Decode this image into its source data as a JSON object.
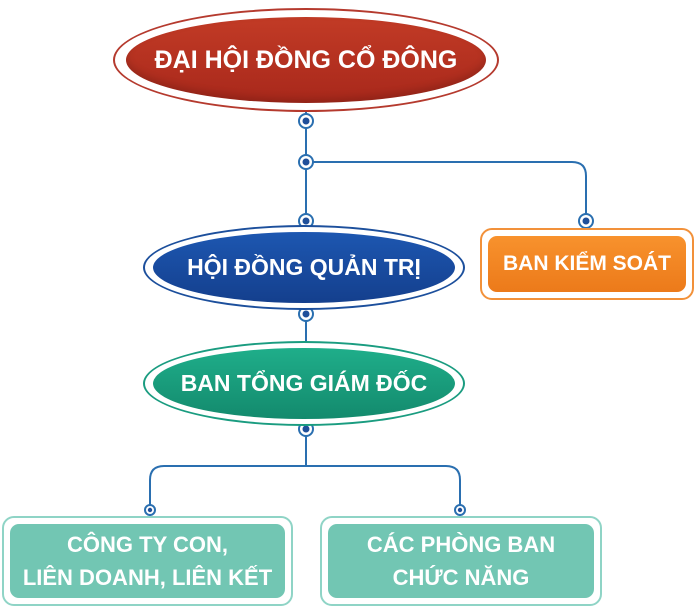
{
  "nodes": {
    "dai_hoi_dong_co_dong": "ĐẠI HỘI ĐỒNG CỔ ĐÔNG",
    "hoi_dong_quan_tri": "HỘI ĐỒNG QUẢN TRỊ",
    "ban_kiem_soat": "BAN KIỂM SOÁT",
    "ban_tong_giam_doc": "BAN TỔNG GIÁM ĐỐC",
    "cong_ty_con": {
      "line1": "CÔNG TY CON,",
      "line2": "LIÊN DOANH, LIÊN KẾT"
    },
    "cac_phong_ban": {
      "line1": "CÁC PHÒNG BAN",
      "line2": "CHỨC NĂNG"
    }
  },
  "colors": {
    "red": "#b53a2e",
    "blue": "#1c4f9c",
    "green": "#1a9c80",
    "orange": "#f2913a",
    "teal": "#72c6b3",
    "connector": "#2a6fb0"
  }
}
